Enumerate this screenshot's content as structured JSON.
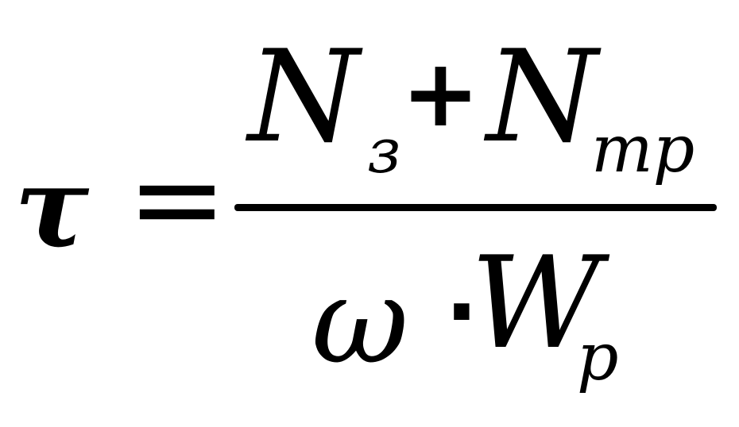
{
  "formula": {
    "lhs": "τ",
    "equals": "=",
    "numerator": {
      "term1": "N",
      "term1_subscript": "з",
      "operator": "+",
      "term2": "N",
      "term2_subscript": "тр"
    },
    "denominator": {
      "factor1": "ω",
      "operator": "·",
      "factor2": "W",
      "factor2_subscript": "р"
    }
  }
}
